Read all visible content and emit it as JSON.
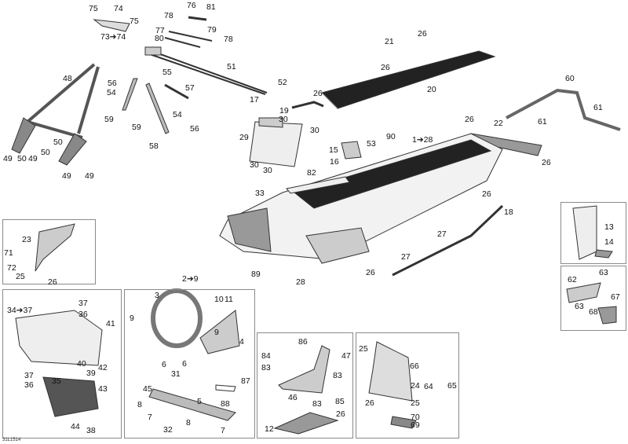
{
  "diagram_ref": "31L1514",
  "callouts": {
    "top_left": [
      "75",
      "74",
      "75",
      "73➔74",
      "78",
      "76",
      "81",
      "77",
      "79",
      "80",
      "78",
      "51",
      "52",
      "17"
    ],
    "a_frame": [
      "48",
      "49",
      "50",
      "49",
      "50",
      "50",
      "49",
      "49"
    ],
    "brackets": [
      "56",
      "55",
      "54",
      "57",
      "59",
      "59",
      "54",
      "56",
      "58"
    ],
    "cooler": [
      "19",
      "30",
      "30",
      "29",
      "30",
      "30",
      "82"
    ],
    "tunnel": [
      "21",
      "26",
      "26",
      "20",
      "26",
      "60",
      "61",
      "61",
      "26",
      "22",
      "26",
      "53",
      "90",
      "1➔28",
      "15",
      "16",
      "33",
      "26",
      "18",
      "27",
      "27",
      "26",
      "28",
      "89"
    ],
    "box_bracket": [
      "23",
      "71",
      "72",
      "25",
      "26"
    ],
    "box_flap": [
      "13",
      "14"
    ],
    "box_hitch": [
      "62",
      "63",
      "63",
      "67",
      "68"
    ],
    "box_front_left": [
      "34➔37",
      "37",
      "36",
      "41",
      "40",
      "42",
      "39",
      "37",
      "36",
      "35",
      "43",
      "44",
      "38"
    ],
    "frame_group_title": "2➔9",
    "box_front_frame": [
      "3",
      "10",
      "11",
      "9",
      "9",
      "4",
      "6",
      "6",
      "31",
      "87",
      "45",
      "8",
      "5",
      "88",
      "7",
      "32",
      "8",
      "7"
    ],
    "box_skid": [
      "86",
      "84",
      "83",
      "47",
      "83",
      "46",
      "83",
      "85",
      "26",
      "12"
    ],
    "box_rear": [
      "25",
      "66",
      "24",
      "64",
      "65",
      "26",
      "25",
      "70",
      "69"
    ]
  }
}
